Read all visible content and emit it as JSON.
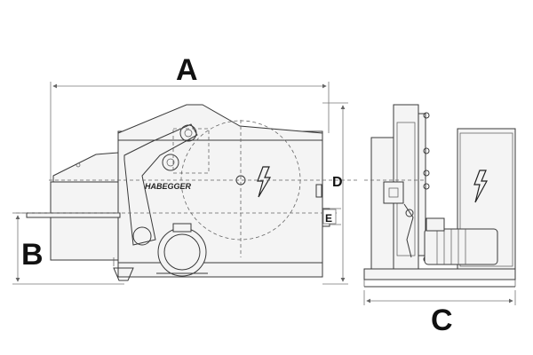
{
  "dimensions": {
    "a": "A",
    "b": "B",
    "c": "C",
    "d": "D",
    "e": "E"
  },
  "brand": "HABEGGER",
  "symbols": {
    "electric_hazard": "lightning-bolt-icon"
  },
  "colors": {
    "line": "#3a3a3a",
    "dimension_text": "#111111",
    "fill": "#f4f4f4"
  }
}
